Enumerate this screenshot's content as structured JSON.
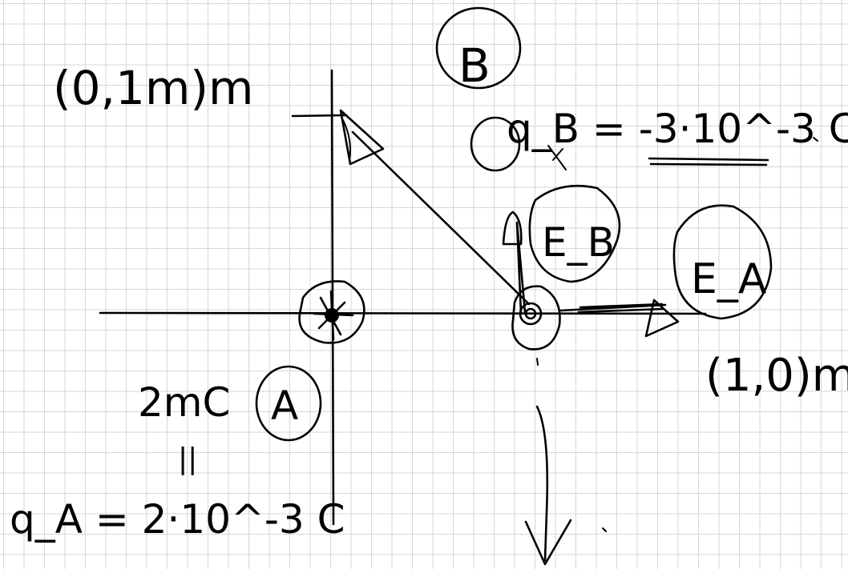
{
  "labels": {
    "point_b_coords": "(0,1m)m",
    "charge_b_name": "B",
    "charge_b_value": "q_B = -3·10^-3 C",
    "vector_eb": "E_B",
    "vector_ea": "E_A",
    "point_p_coords": "(1,0)m",
    "charge_a_name": "A",
    "charge_a_mc": "2mC",
    "equals": "||",
    "charge_a_value": "q_A = 2·10^-3 C"
  },
  "colors": {
    "ink": "#000000",
    "grid": "#d6d6d6",
    "paper": "#ffffff"
  }
}
